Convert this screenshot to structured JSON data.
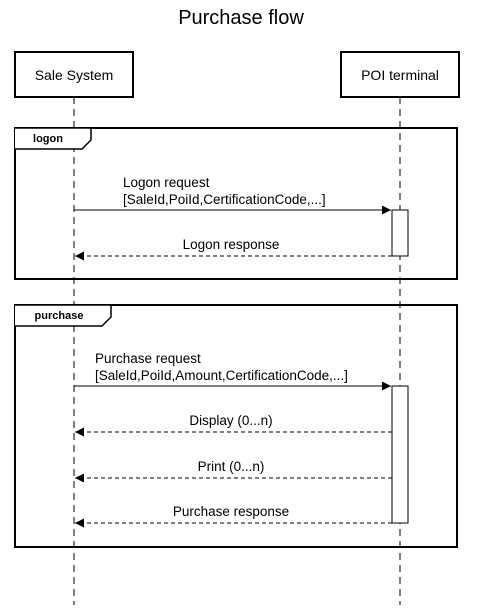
{
  "diagram": {
    "title": "Purchase flow",
    "participants": {
      "sale_system": "Sale System",
      "poi_terminal": "POI terminal"
    },
    "fragments": {
      "logon": {
        "label": "logon",
        "messages": {
          "request_line1": "Logon request",
          "request_line2": "[SaleId,PoiId,CertificationCode,...]",
          "response": "Logon response"
        }
      },
      "purchase": {
        "label": "purchase",
        "messages": {
          "request_line1": "Purchase request",
          "request_line2": "[SaleId,PoiId,Amount,CertificationCode,...]",
          "display": "Display (0...n)",
          "print": "Print (0...n)",
          "response": "Purchase response"
        }
      }
    }
  }
}
